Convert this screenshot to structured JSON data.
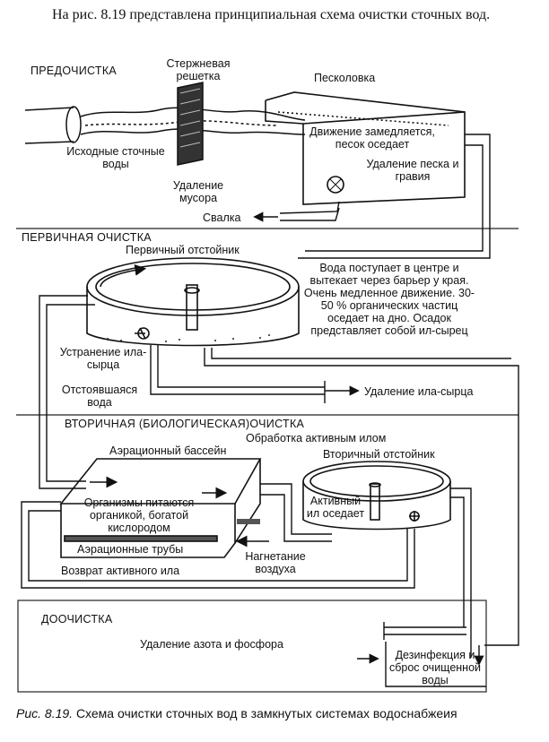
{
  "intro": "На рис. 8.19 представлена принципиальная схема очистки сточных вод.",
  "sections": {
    "pre": "ПРЕДОЧИСТКА",
    "primary": "ПЕРВИЧНАЯ ОЧИСТКА",
    "secondary": "ВТОРИЧНАЯ (БИОЛОГИЧЕСКАЯ)ОЧИСТКА",
    "tertiary": "ДООЧИСТКА"
  },
  "labels": {
    "screen": "Стержневая решетка",
    "grit_chamber": "Песколовка",
    "slowdown": "Движение замедляется, песок оседает",
    "grit_removal": "Удаление песка и гравия",
    "raw_water": "Исходные сточные воды",
    "trash_removal": "Удаление мусора",
    "landfill": "Свалка",
    "primary_clarifier": "Первичный отстойник",
    "primary_desc": "Вода поступает в центре и вытекает через барьер у края. Очень медленное движение. 30-50 % органических частиц оседает на дно. Осадок представляет собой ил-сырец",
    "sludge_removal_left": "Устранение ила-сырца",
    "settled_water": "Отстоявшаяся вода",
    "raw_sludge_removal": "Удаление ила-сырца",
    "activated_sludge_treatment": "Обработка активным илом",
    "aeration_basin": "Аэрационный бассейн",
    "secondary_clarifier": "Вторичный отстойник",
    "organisms": "Организмы питаются органикой, богатой кислородом",
    "aeration_pipes": "Аэрационные трубы",
    "active_sludge_settles": "Активный ил оседает",
    "air_injection": "Нагнетание воздуха",
    "sludge_return": "Возврат активного ила",
    "n_p_removal": "Удаление азота и фосфора",
    "disinfection": "Дезинфекция и сброс очищенной воды"
  },
  "caption": {
    "number": "Рис. 8.19.",
    "text": "Схема очистки сточных вод в замкнутых системах водоснабжеия"
  }
}
